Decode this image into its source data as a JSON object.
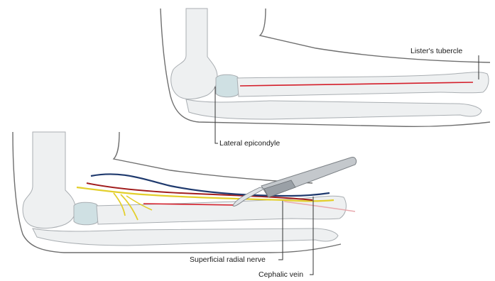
{
  "labels": {
    "listers_tubercle": "Lister's tubercle",
    "lateral_epicondyle": "Lateral epicondyle",
    "superficial_radial_nerve": "Superficial radial nerve",
    "cephalic_vein": "Cephalic vein"
  },
  "colors": {
    "bone_fill": "#eef0f1",
    "bone_stroke": "#a9aeb2",
    "cartilage": "#cfe0e3",
    "skin_outline": "#6f6f6f",
    "incision_line": "#d41e2a",
    "cephalic_vein": "#1f3a6e",
    "superficial_radial_nerve": "#e3cf2c",
    "artery": "#a11d1d",
    "leader_line": "#333333",
    "scalpel_metal": "#c4c8cc"
  }
}
